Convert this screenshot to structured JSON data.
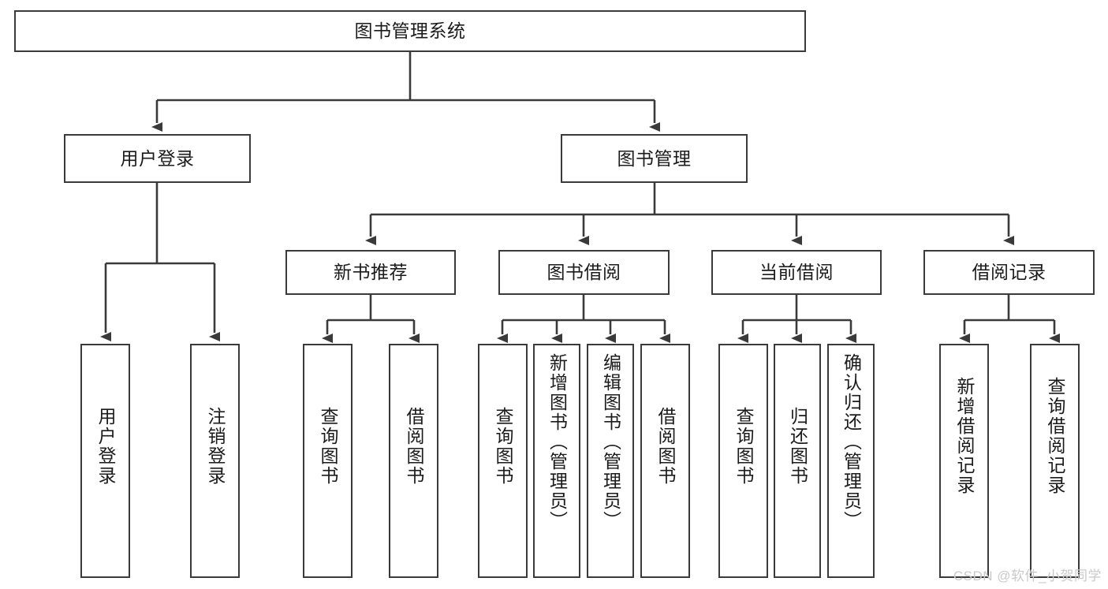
{
  "diagram": {
    "type": "tree",
    "title": "图书管理系统",
    "orientation": "top-down",
    "colors": {
      "node_border": "#3a3a3a",
      "node_fill": "#ffffff",
      "edge": "#3a3a3a",
      "text": "#1b1b1b",
      "watermark": "#c9c9c9"
    },
    "watermark": "CSDN @软件_小贺同学",
    "nodes": {
      "root": {
        "label": "图书管理系统"
      },
      "level2": [
        {
          "id": "user-login",
          "label": "用户登录"
        },
        {
          "id": "book-management",
          "label": "图书管理"
        }
      ],
      "level3": [
        {
          "id": "new-book-recommend",
          "label": "新书推荐"
        },
        {
          "id": "book-borrow",
          "label": "图书借阅"
        },
        {
          "id": "current-borrow",
          "label": "当前借阅"
        },
        {
          "id": "borrow-record",
          "label": "借阅记录"
        }
      ],
      "leaves": {
        "user-login": [
          {
            "id": "leaf-user-login",
            "label": "用户登录"
          },
          {
            "id": "leaf-user-logout",
            "label": "注销登录"
          }
        ],
        "new-book-recommend": [
          {
            "id": "leaf-query-book-1",
            "label": "查询图书"
          },
          {
            "id": "leaf-borrow-book-1",
            "label": "借阅图书"
          }
        ],
        "book-borrow": [
          {
            "id": "leaf-query-book-2",
            "label": "查询图书"
          },
          {
            "id": "leaf-add-book",
            "label": "新增图书（管理员）"
          },
          {
            "id": "leaf-edit-book",
            "label": "编辑图书（管理员）"
          },
          {
            "id": "leaf-borrow-book-2",
            "label": "借阅图书"
          }
        ],
        "current-borrow": [
          {
            "id": "leaf-query-book-3",
            "label": "查询图书"
          },
          {
            "id": "leaf-return-book",
            "label": "归还图书"
          },
          {
            "id": "leaf-confirm-return",
            "label": "确认归还（管理员）"
          }
        ],
        "borrow-record": [
          {
            "id": "leaf-add-record",
            "label": "新增借阅记录"
          },
          {
            "id": "leaf-query-record",
            "label": "查询借阅记录"
          }
        ]
      }
    }
  }
}
